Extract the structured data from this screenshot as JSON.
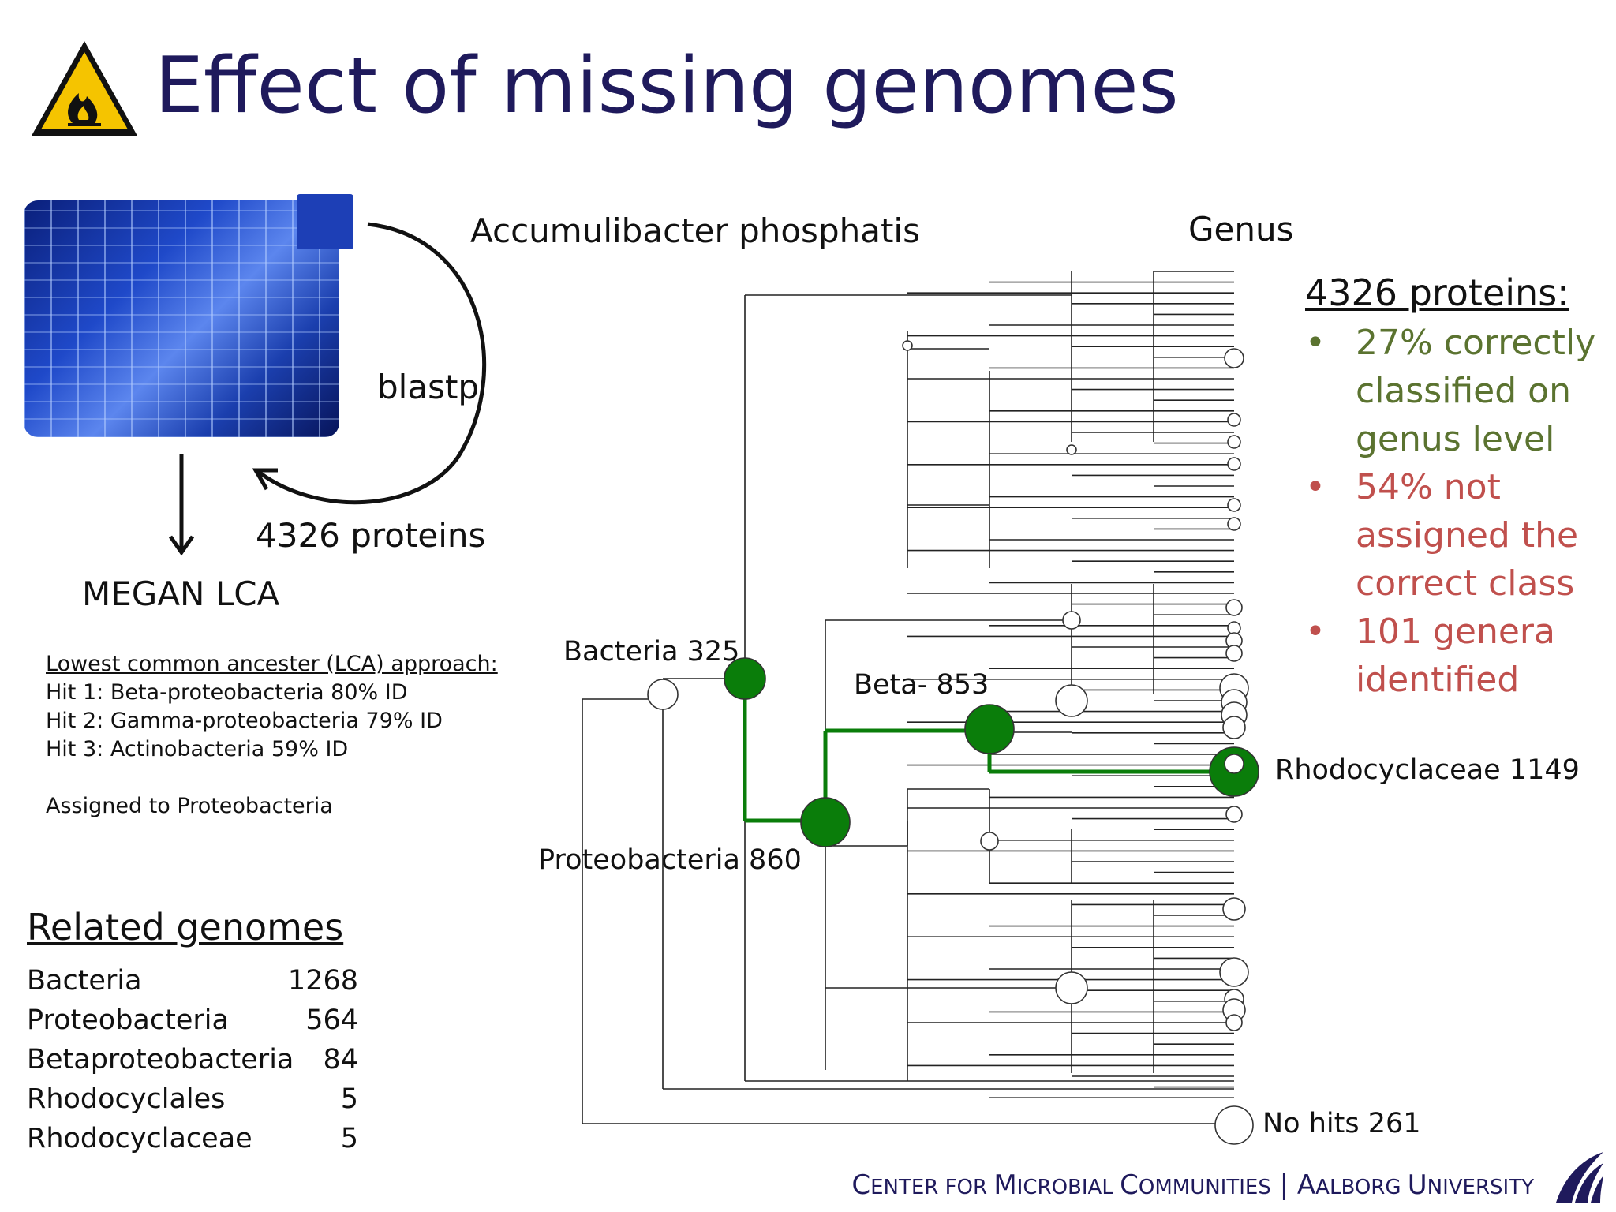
{
  "title": "Effect of missing genomes",
  "icons": {
    "warning": "flammable-warning-icon",
    "logo": "aalborg-university-logo"
  },
  "workflow": {
    "blastp_label": "blastp",
    "proteins_label": "4326 proteins",
    "megan_label": "MEGAN LCA",
    "lca": {
      "heading": "Lowest common ancester (LCA) approach:",
      "hits": [
        "Hit 1: Beta-proteobacteria 80% ID",
        "Hit 2: Gamma-proteobacteria 79% ID",
        "Hit 3: Actinobacteria 59% ID"
      ],
      "assigned": "Assigned to Proteobacteria"
    }
  },
  "related_genomes": {
    "heading": "Related genomes",
    "rows": [
      {
        "name": "Bacteria",
        "count": "1268"
      },
      {
        "name": "Proteobacteria",
        "count": "564"
      },
      {
        "name": "Betaproteobacteria",
        "count": "84"
      },
      {
        "name": "Rhodocyclales",
        "count": "5"
      },
      {
        "name": "Rhodocyclaceae",
        "count": "5"
      }
    ]
  },
  "tree": {
    "organism_label": "Accumulibacter phosphatis",
    "genus_label": "Genus",
    "nodes": {
      "bacteria": "Bacteria 325",
      "proteobacteria": "Proteobacteria 860",
      "beta": "Beta- 853",
      "rhodocyclaceae": "Rhodocyclaceae 1149",
      "no_hits": "No hits 261"
    },
    "colors": {
      "highlight": "#0a7d0a",
      "line": "#222222"
    }
  },
  "stats": {
    "heading": "4326 proteins:",
    "bullets": [
      {
        "text": "27% correctly classified on genus level",
        "color": "#5b7330"
      },
      {
        "text": "54% not assigned the correct class",
        "color": "#c0504d"
      },
      {
        "text": "101 genera identified",
        "color": "#c0504d"
      }
    ]
  },
  "footer": {
    "c1": "C",
    "w1": "ENTER FOR ",
    "c2": "M",
    "w2": "ICROBIAL ",
    "c3": "C",
    "w3": "OMMUNITIES",
    "sep": " | ",
    "c4": "A",
    "w4": "ALBORG ",
    "c5": "U",
    "w5": "NIVERSITY"
  }
}
